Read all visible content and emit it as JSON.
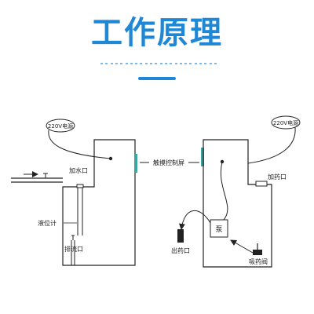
{
  "header": {
    "title": "工作原理"
  },
  "diagram": {
    "left_tank": {
      "power_label": "220V电源",
      "inlet_label": "加水口",
      "level_label": "液位计",
      "drain_label": "排流口"
    },
    "center": {
      "touch_screen_label": "触摸控制屏"
    },
    "right_tank": {
      "power_label": "220V电源",
      "dosing_inlet_label": "加药口",
      "pump_label": "泵",
      "outlet_label": "出药口",
      "suction_valve_label": "吸药阀"
    }
  },
  "colors": {
    "title": "#1e88d6",
    "panel_accent": "#3aa6a0",
    "line": "#222222"
  }
}
